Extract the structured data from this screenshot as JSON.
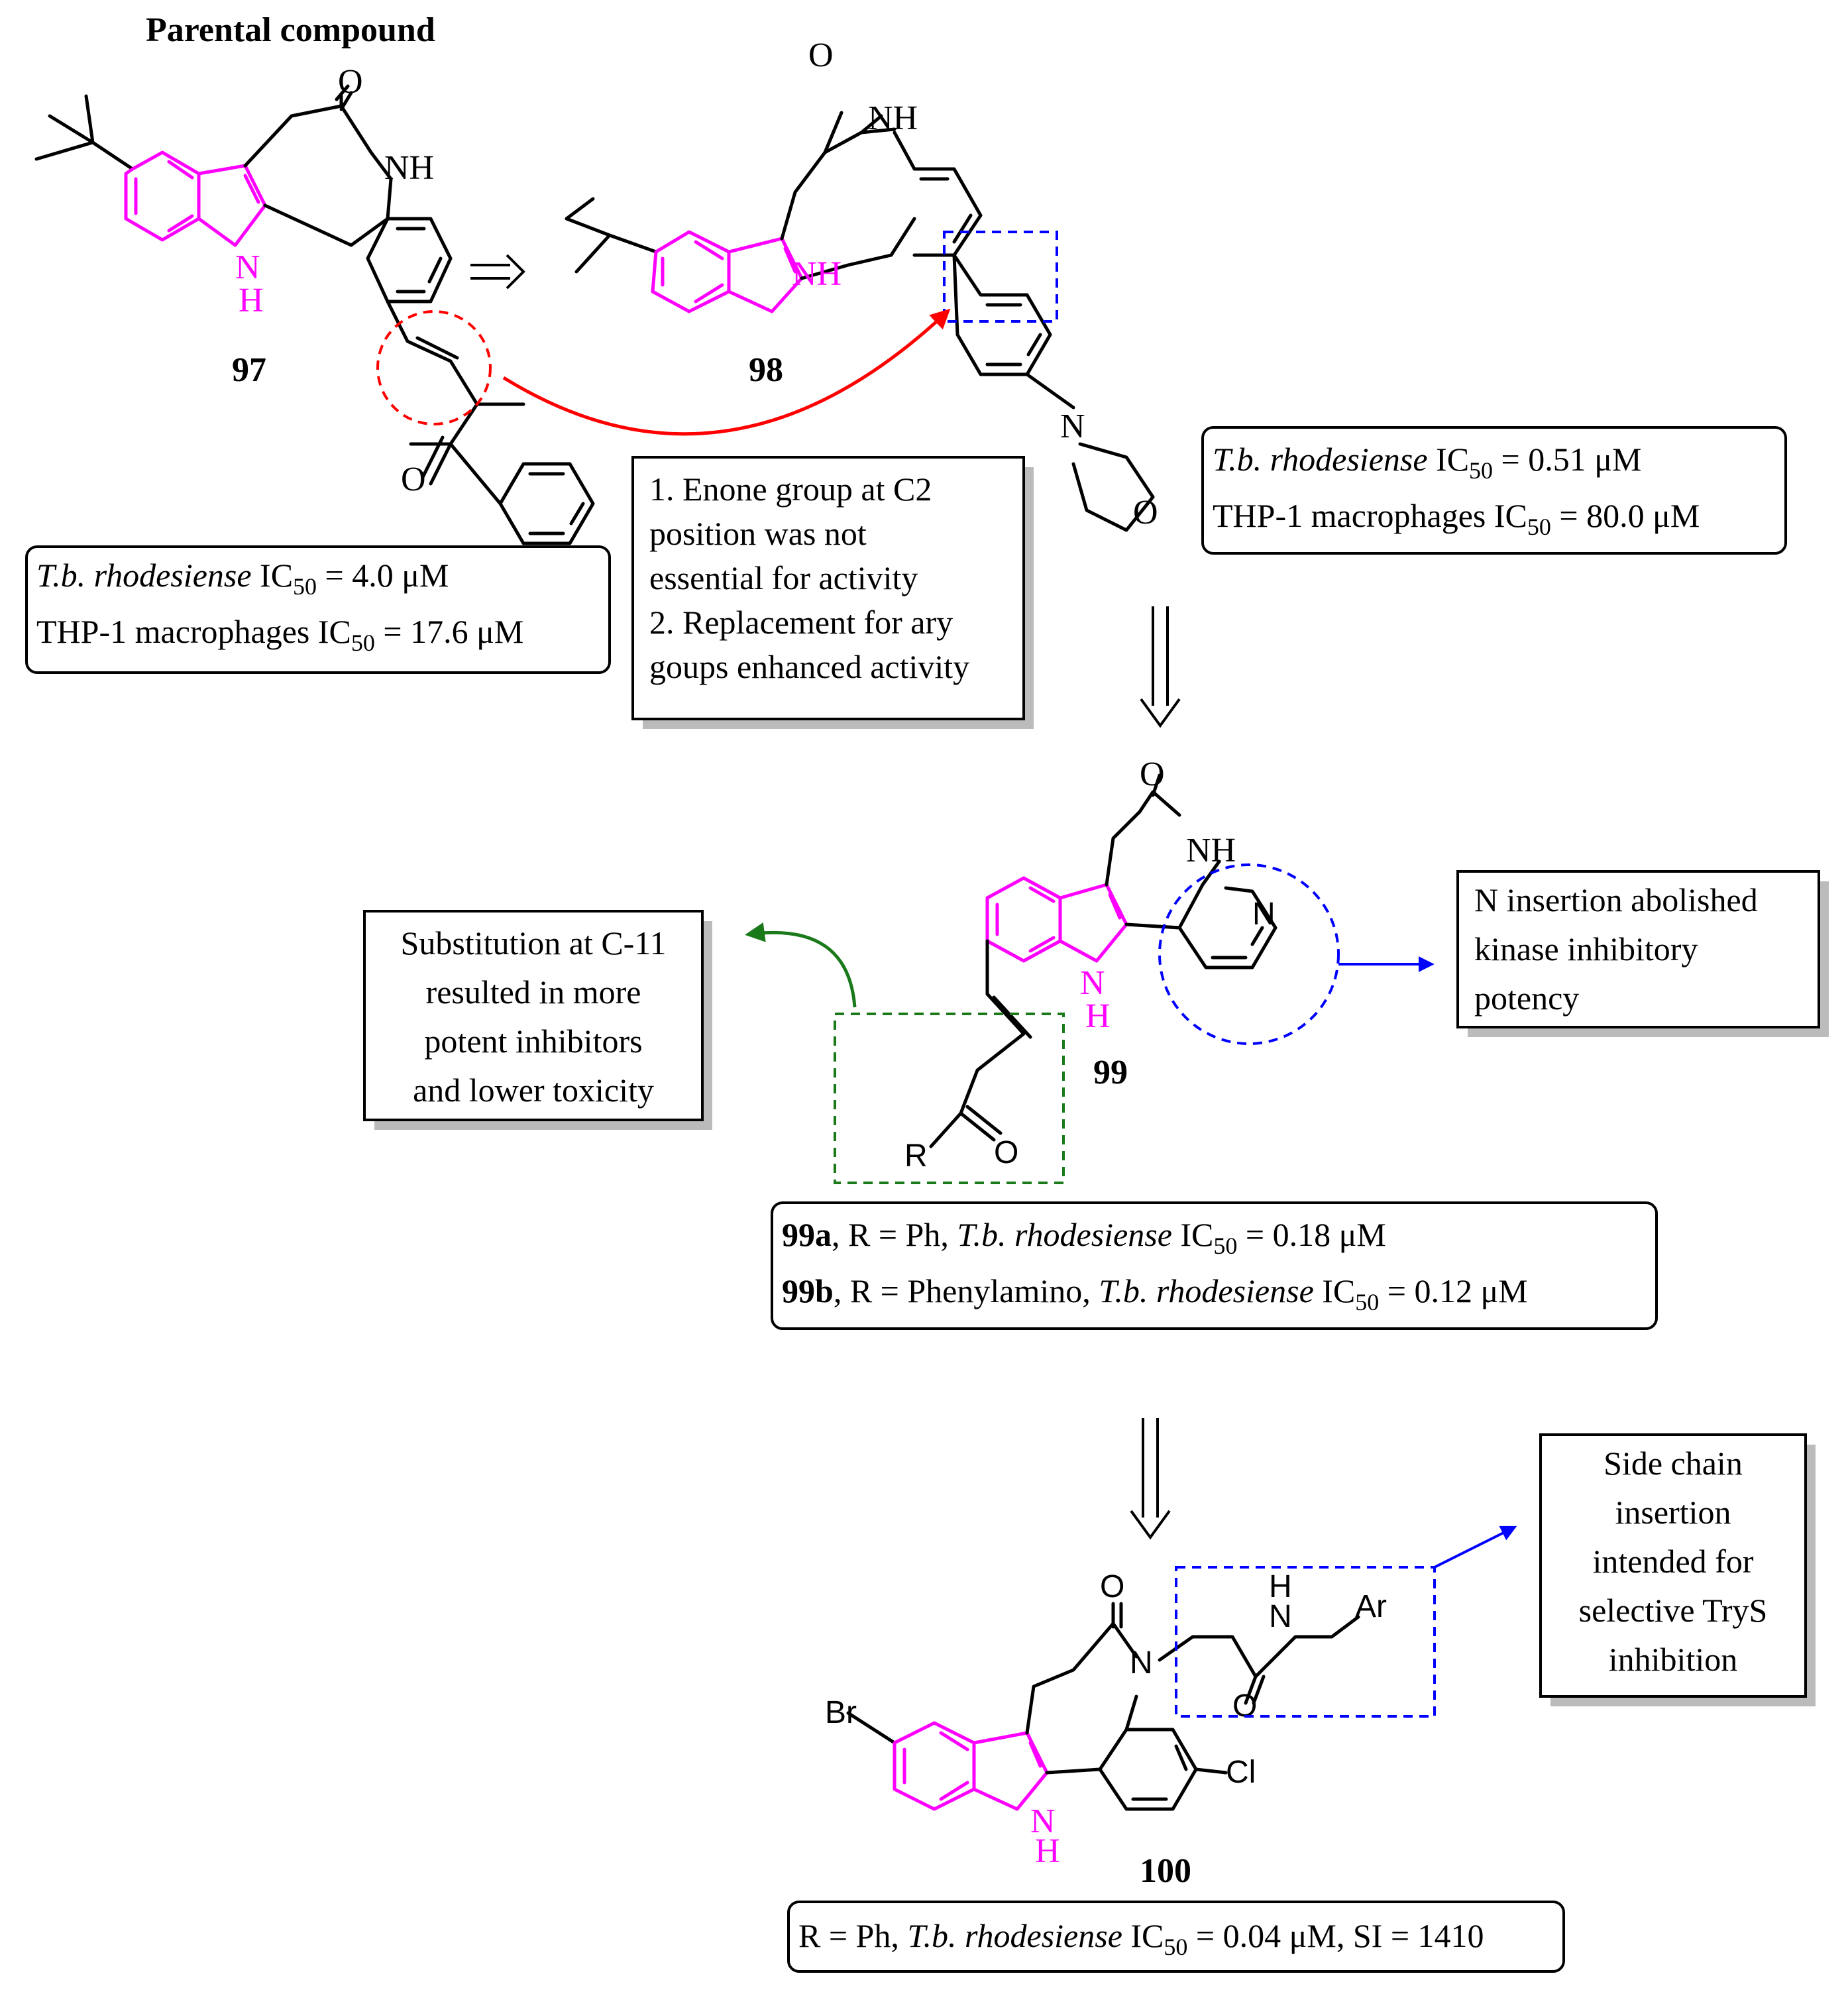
{
  "title": "Parental compound",
  "compounds": {
    "c97": {
      "label": "97"
    },
    "c98": {
      "label": "98"
    },
    "c99": {
      "label": "99"
    },
    "c100": {
      "label": "100"
    }
  },
  "atoms": {
    "O": "O",
    "NH": "NH",
    "N": "N",
    "H": "H",
    "R": "R",
    "Br": "Br",
    "Cl": "Cl",
    "Ar": "Ar"
  },
  "boxes": {
    "c97_activity": {
      "line1_species": "T.b. rhodesiense",
      "line1_rest": " IC",
      "line1_sub": "50",
      "line1_value": " = 4.0 μM",
      "line2_pre": "THP-1 macrophages IC",
      "line2_sub": "50",
      "line2_value": " = 17.6 μM"
    },
    "c98_activity": {
      "line1_species": "T.b. rhodesiense",
      "line1_rest": " IC",
      "line1_sub": "50",
      "line1_value": " = 0.51 μM",
      "line2_pre": "THP-1 macrophages IC",
      "line2_sub": "50",
      "line2_value": " = 80.0 μM"
    },
    "enone_note": {
      "lines": [
        "1. Enone group at C2",
        "position was not",
        "essential for activity",
        "2. Replacement for ary",
        "goups enhanced activity"
      ]
    },
    "c11_note": {
      "lines": [
        "Substitution at C-11",
        "resulted in more",
        "potent inhibitors",
        "and lower toxicity"
      ]
    },
    "n_insertion_note": {
      "lines": [
        "N insertion abolished",
        "kinase inhibitory",
        "potency"
      ]
    },
    "c99_activity": {
      "a_label": "99a",
      "a_text": ", R = Ph, ",
      "a_species": "T.b. rhodesiense",
      "a_rest": " IC",
      "a_sub": "50",
      "a_value": " = 0.18 μM",
      "b_label": "99b",
      "b_text": ", R = Phenylamino, ",
      "b_species": "T.b. rhodesiense",
      "b_rest": " IC",
      "b_sub": "50",
      "b_value": " = 0.12 μM"
    },
    "side_chain_note": {
      "lines": [
        "Side chain",
        "insertion",
        "intended for",
        "selective TryS",
        "inhibition"
      ]
    },
    "c100_activity": {
      "pre": "R = Ph, ",
      "species": "T.b. rhodesiense",
      "rest": " IC",
      "sub": "50",
      "value": " = 0.04 μM, SI = 1410"
    }
  },
  "colors": {
    "indole": "#ff00ff",
    "red_marker": "#ff0000",
    "blue_marker": "#0000ff",
    "green_marker": "#1a7a1a"
  }
}
